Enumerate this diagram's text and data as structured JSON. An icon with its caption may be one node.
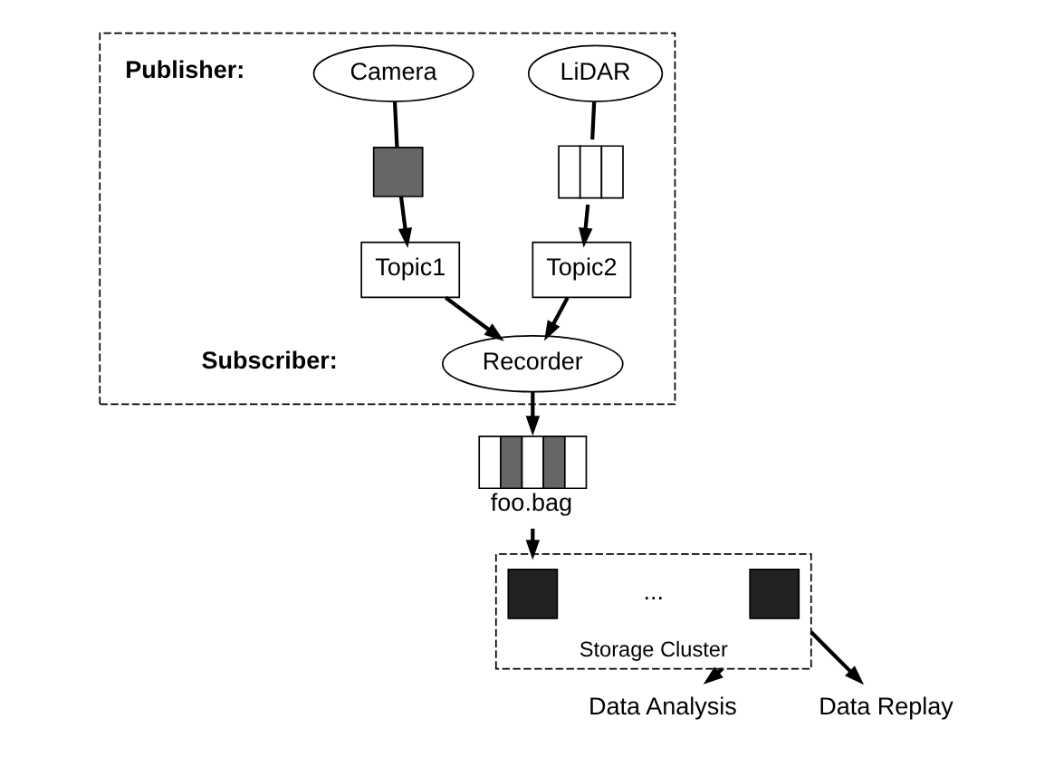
{
  "diagram": {
    "nodes": [
      {
        "text": [],
        "shape": "box"
      },
      {
        "text": [
          "Camera"
        ],
        "in": 0
      },
      {
        "text": [
          "LiDAR"
        ],
        "in": 0
      },
      {
        "text": [],
        "shape": "box",
        "in": 0
      },
      {
        "text": [],
        "shape": "bar",
        "in": 0
      },
      {
        "text": [
          "Topic1"
        ],
        "in": 0
      },
      {
        "text": [
          "Topic2"
        ],
        "in": 0
      },
      {
        "text": [
          "Recorder"
        ],
        "in": 0
      },
      {
        "text": [],
        "shape": "bar",
        "beside": [
          "foo.bag"
        ]
      },
      {
        "text": [],
        "shape": "box",
        "beside": [
          "Storage Cluster"
        ]
      },
      {
        "text": [],
        "shape": "box",
        "in": 9
      },
      {
        "text": [],
        "shape": "box",
        "in": 9
      },
      {
        "text": [
          "Data Analysis"
        ]
      },
      {
        "text": [
          "Data Replay"
        ]
      }
    ],
    "edges": [
      {
        "from": 1,
        "to": 3,
        "arrow": "none"
      },
      {
        "from": 3,
        "to": 5,
        "arrow": "to"
      },
      {
        "from": 2,
        "to": 4,
        "arrow": "none"
      },
      {
        "from": 4,
        "to": 6,
        "arrow": "to"
      },
      {
        "from": 5,
        "to": 7,
        "arrow": "to"
      },
      {
        "from": 6,
        "to": 7,
        "arrow": "to"
      },
      {
        "from": 7,
        "to": 8,
        "arrow": "to"
      },
      {
        "from": 8,
        "to": 9,
        "arrow": "to"
      },
      {
        "from": 9,
        "to": 12,
        "arrow": "to"
      },
      {
        "from": 9,
        "to": 13,
        "arrow": "to"
      }
    ],
    "labels": [
      "Publisher:",
      "Subscriber:",
      "..."
    ]
  }
}
